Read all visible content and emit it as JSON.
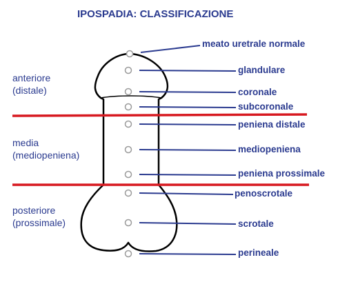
{
  "title": "IPOSPADIA: CLASSIFICAZIONE",
  "zones": [
    "anteriore\n(distale)",
    "media\n(mediopeniena)",
    "posteriore\n(prossimale)"
  ],
  "labels": [
    "meato uretrale normale",
    "glandulare",
    "coronale",
    "subcoronale",
    "peniena distale",
    "mediopeniena",
    "peniena prossimale",
    "penoscrotale",
    "scrotale",
    "perineale"
  ],
  "colors": {
    "text": "#2a3a8f",
    "leader_lines": "#2a3a8f",
    "divider_lines": "#d71920",
    "outline": "#000000",
    "markers": "#9a9a9a"
  }
}
